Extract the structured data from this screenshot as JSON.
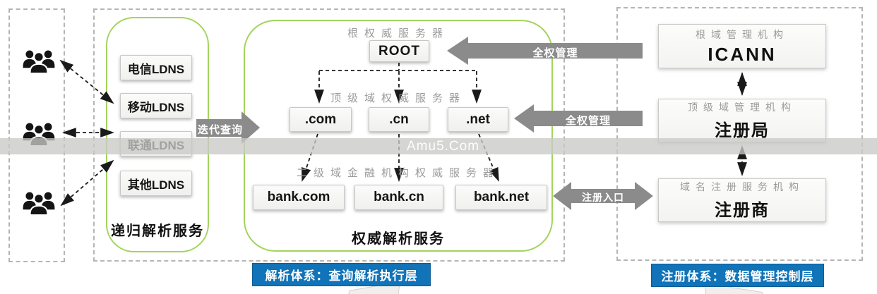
{
  "watermark": {
    "text": "Amu5.Com"
  },
  "recursive": {
    "items": [
      "电信LDNS",
      "移动LDNS",
      "联通LDNS",
      "其他LDNS"
    ],
    "label": "递归解析服务"
  },
  "flow": {
    "iterative_query": "迭代查询",
    "full_mgmt_root": "全权管理",
    "full_mgmt_tld": "全权管理",
    "register_entry": "注册入口"
  },
  "authoritative": {
    "root_label": "根权威服务器",
    "root": "ROOT",
    "tld_label": "顶级域权威服务器",
    "tlds": [
      ".com",
      ".cn",
      ".net"
    ],
    "sld_label": "二级域金融机构权威服务器",
    "slds": [
      "bank.com",
      "bank.cn",
      "bank.net"
    ],
    "label": "权威解析服务"
  },
  "registry": {
    "orgs": [
      {
        "title": "根域管理机构",
        "name": "ICANN"
      },
      {
        "title": "顶级域管理机构",
        "name": "注册局"
      },
      {
        "title": "域名注册服务机构",
        "name": "注册商"
      }
    ]
  },
  "footer": {
    "resolution_system": "解析体系：查询解析执行层",
    "registration_system": "注册体系：数据管理控制层"
  },
  "colors": {
    "green": "#a3d45e",
    "blue": "#1173b8",
    "arrow_gray": "#8b8b8b"
  }
}
